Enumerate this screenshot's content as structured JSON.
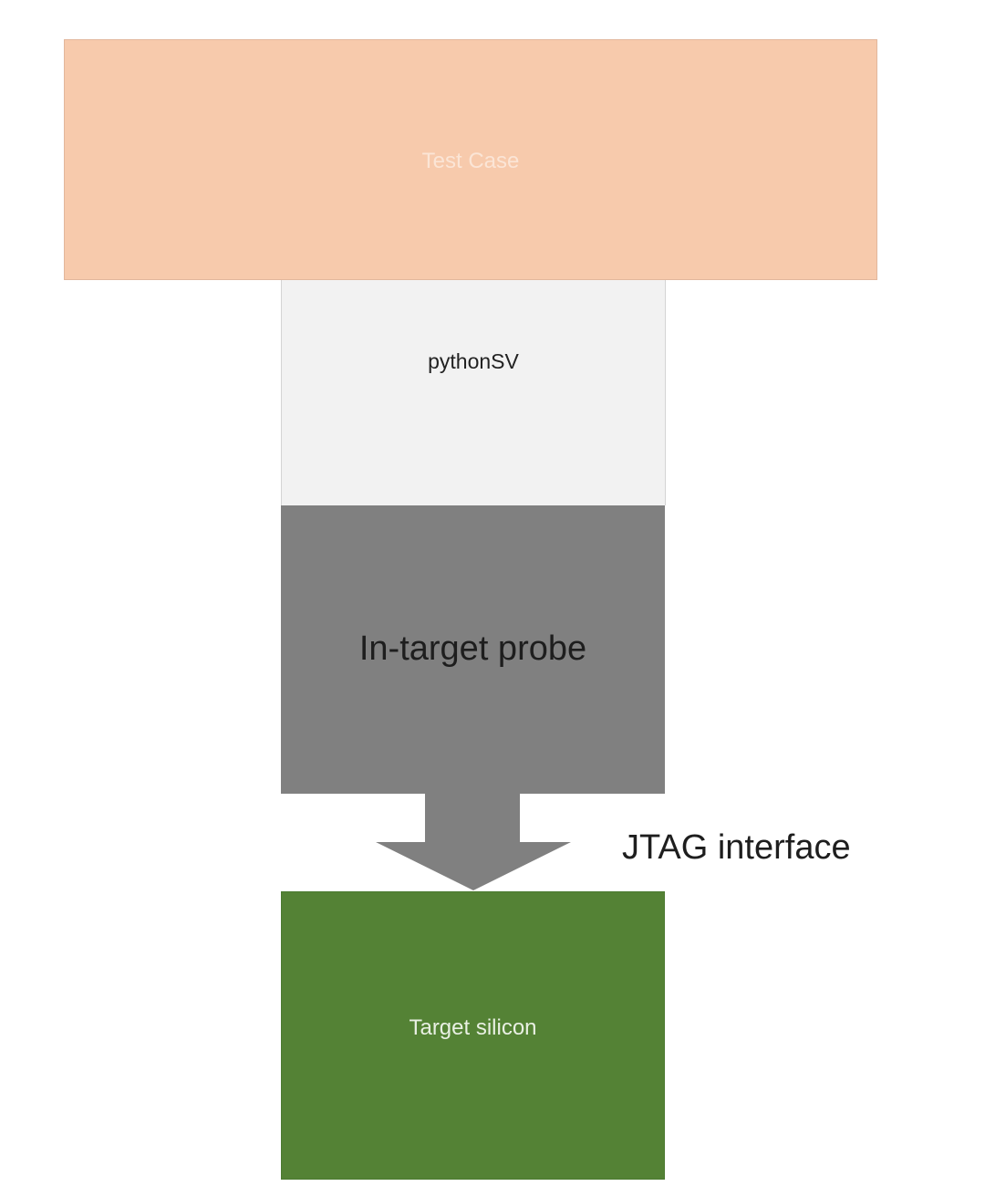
{
  "diagram": {
    "test_case": {
      "label": "Test Case"
    },
    "pythonsv": {
      "label": "pythonSV"
    },
    "probe": {
      "label": "In-target probe"
    },
    "jtag": {
      "label": "JTAG interface"
    },
    "silicon": {
      "label": "Target silicon"
    }
  },
  "colors": {
    "test_case_fill": "#f7caac",
    "test_case_text": "#fbe5d6",
    "pythonsv_fill": "#f2f2f2",
    "pythonsv_text": "#222222",
    "probe_fill": "#808080",
    "probe_text": "#1e1e1e",
    "arrow_fill": "#808080",
    "jtag_text": "#1e1e1e",
    "silicon_fill": "#548235",
    "silicon_text": "#e9f0e3"
  }
}
